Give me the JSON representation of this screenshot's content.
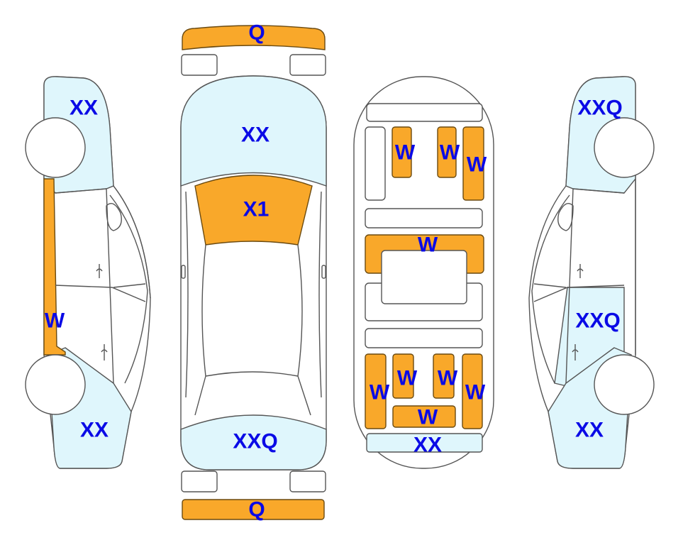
{
  "colors": {
    "damage_major": "#f9a82a",
    "damage_minor": "#dff6fc",
    "label": "#0a0ae6",
    "outline": "#555555"
  },
  "left_side": {
    "front": "XX",
    "sill": "W",
    "rear": "XX"
  },
  "top_view": {
    "front_bumper": "Q",
    "hood": "XX",
    "windshield": "X1",
    "trunk": "XXQ",
    "rear_bumper": "Q"
  },
  "interior": {
    "front_left_seat": "W",
    "front_center": "W",
    "front_right": "W",
    "dashboard": "W",
    "rear_left_outer": "W",
    "rear_left": "W",
    "rear_right": "W",
    "rear_right_outer": "W",
    "rear_bench": "W",
    "trunk_panel": "XX"
  },
  "right_side": {
    "front": "XXQ",
    "rear_door": "XXQ",
    "rear": "XX"
  }
}
